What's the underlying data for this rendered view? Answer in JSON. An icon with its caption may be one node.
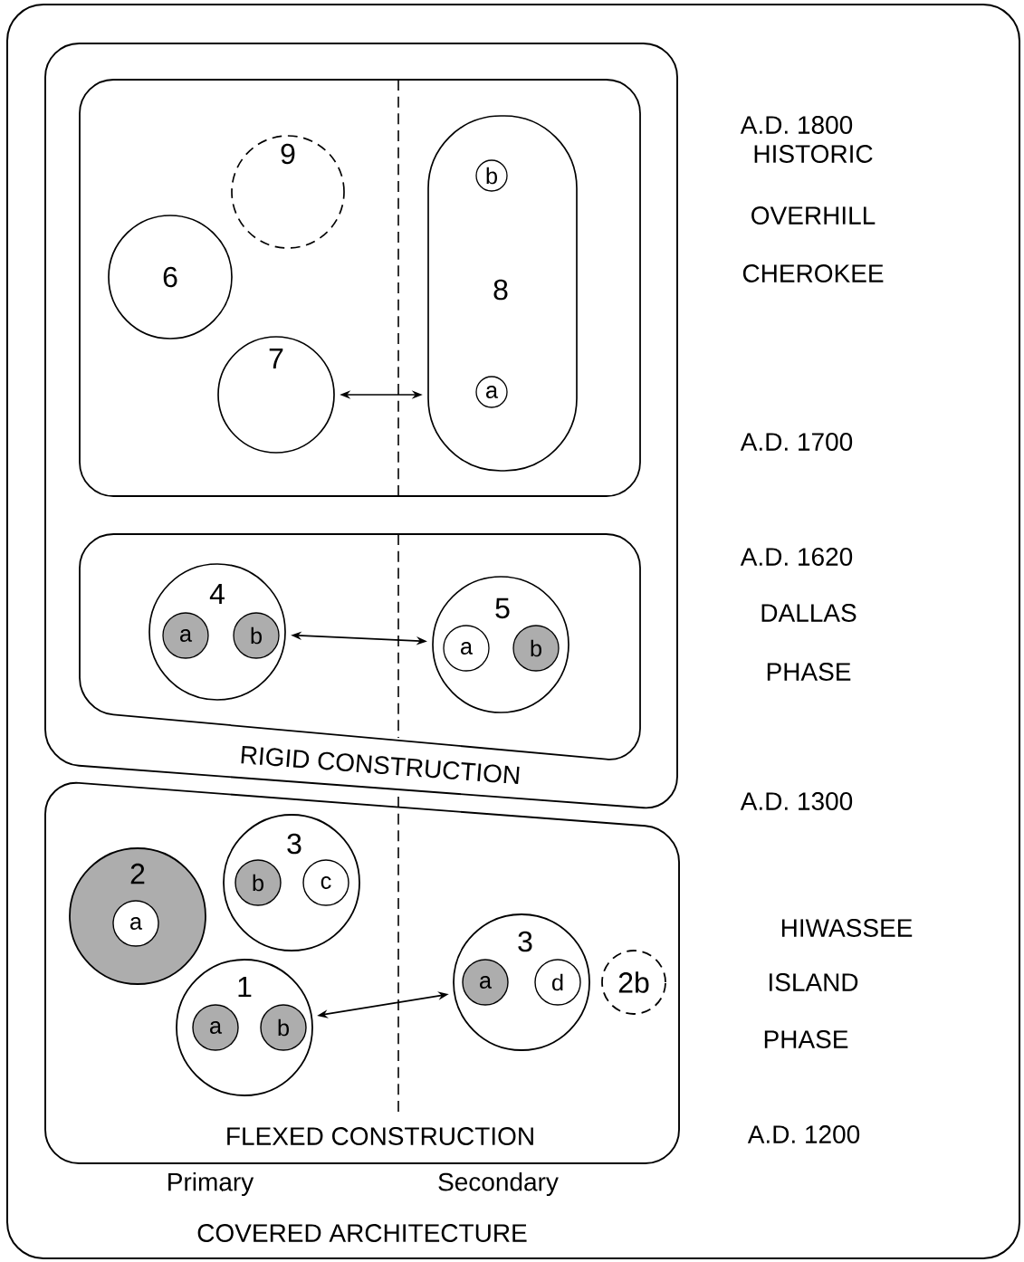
{
  "diagram": {
    "nodes": [
      {
        "text": [
          "COVERED ARCHITECTURE"
        ]
      },
      {
        "text": [
          "RIGID CONSTRUCTION"
        ],
        "in": 0
      },
      {
        "text": [],
        "shape": "box",
        "in": 1
      },
      {
        "text": [
          "9"
        ],
        "in": 2
      },
      {
        "text": [
          "6"
        ],
        "in": 2
      },
      {
        "text": [
          "7"
        ],
        "in": 2
      },
      {
        "text": [
          "8"
        ],
        "in": 2
      },
      {
        "text": [
          "b"
        ],
        "in": 6
      },
      {
        "text": [
          "a"
        ],
        "in": 6
      },
      {
        "text": [],
        "shape": "box",
        "in": 1
      },
      {
        "text": [
          "4"
        ],
        "in": 9
      },
      {
        "text": [
          "a"
        ],
        "in": 10
      },
      {
        "text": [
          "b"
        ],
        "in": 10
      },
      {
        "text": [
          "5"
        ],
        "in": 9
      },
      {
        "text": [
          "a"
        ],
        "in": 13
      },
      {
        "text": [
          "b"
        ],
        "in": 13
      },
      {
        "text": [
          "FLEXED CONSTRUCTION"
        ],
        "in": 0
      },
      {
        "text": [
          "2"
        ],
        "in": 16
      },
      {
        "text": [
          "a"
        ],
        "in": 17
      },
      {
        "text": [
          "3"
        ],
        "in": 16
      },
      {
        "text": [
          "b"
        ],
        "in": 19
      },
      {
        "text": [
          "c"
        ],
        "in": 19
      },
      {
        "text": [
          "1"
        ],
        "in": 16
      },
      {
        "text": [
          "a"
        ],
        "in": 22
      },
      {
        "text": [
          "b"
        ],
        "in": 22
      },
      {
        "text": [
          "3"
        ],
        "in": 16
      },
      {
        "text": [
          "a"
        ],
        "in": 25
      },
      {
        "text": [
          "d"
        ],
        "in": 25
      },
      {
        "text": [
          "2b"
        ],
        "in": 16
      }
    ],
    "edges": [
      {
        "from": 5,
        "to": 6,
        "arrow": "both"
      },
      {
        "from": 10,
        "to": 13,
        "arrow": "both"
      },
      {
        "from": 22,
        "to": 25,
        "arrow": "both"
      }
    ],
    "labels": [
      "A.D. 1800",
      "HISTORIC",
      "OVERHILL",
      "CHEROKEE",
      "A.D. 1700",
      "A.D. 1620",
      "DALLAS",
      "PHASE",
      "A.D. 1300",
      "HIWASSEE",
      "ISLAND",
      "PHASE",
      "A.D. 1200",
      "Primary",
      "Secondary"
    ]
  }
}
